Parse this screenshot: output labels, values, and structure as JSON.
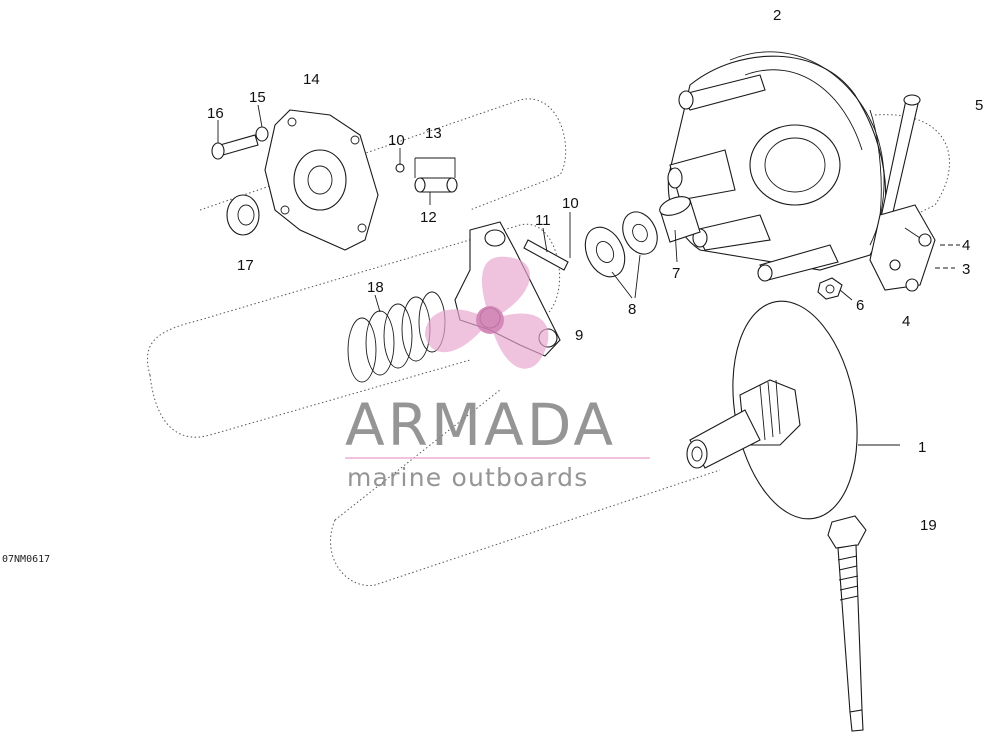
{
  "drawing_code": "07NM0617",
  "watermark": {
    "name": "ARMADA",
    "tagline": "marine outboards",
    "accent_color": "#e8a6cd",
    "text_color": "#8a8a8a"
  },
  "callouts": [
    {
      "id": "c1",
      "label": "1"
    },
    {
      "id": "c2",
      "label": "2"
    },
    {
      "id": "c3",
      "label": "3"
    },
    {
      "id": "c4a",
      "label": "4"
    },
    {
      "id": "c4b",
      "label": "4"
    },
    {
      "id": "c5",
      "label": "5"
    },
    {
      "id": "c6",
      "label": "6"
    },
    {
      "id": "c7",
      "label": "7"
    },
    {
      "id": "c8",
      "label": "8"
    },
    {
      "id": "c9",
      "label": "9"
    },
    {
      "id": "c10a",
      "label": "10"
    },
    {
      "id": "c10b",
      "label": "10"
    },
    {
      "id": "c11",
      "label": "11"
    },
    {
      "id": "c12",
      "label": "12"
    },
    {
      "id": "c13",
      "label": "13"
    },
    {
      "id": "c14",
      "label": "14"
    },
    {
      "id": "c15",
      "label": "15"
    },
    {
      "id": "c16",
      "label": "16"
    },
    {
      "id": "c17",
      "label": "17"
    },
    {
      "id": "c18",
      "label": "18"
    },
    {
      "id": "c19",
      "label": "19"
    }
  ]
}
